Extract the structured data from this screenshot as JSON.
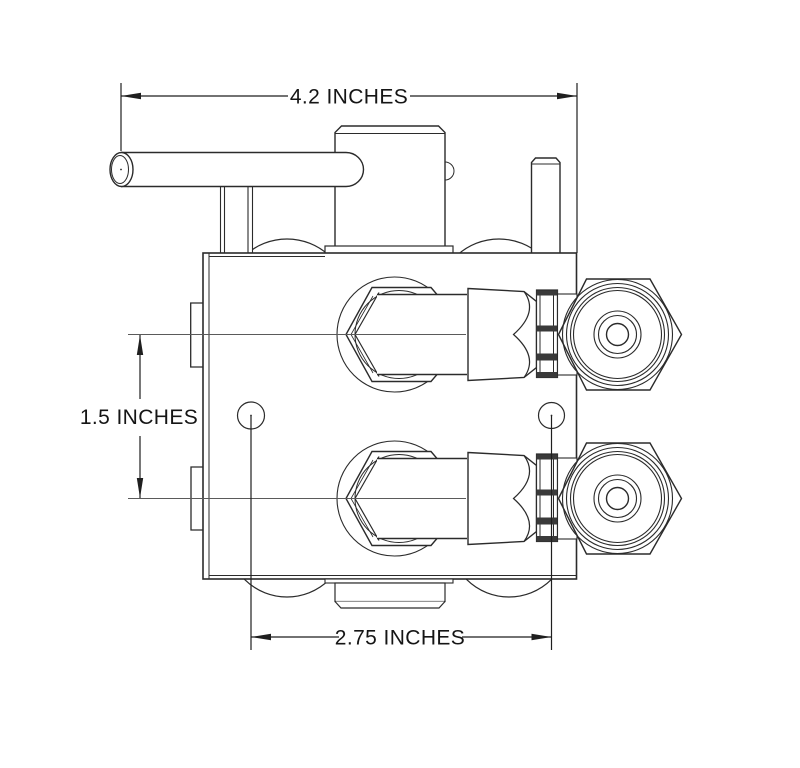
{
  "document": {
    "background_color": "#ffffff",
    "line_color": "#2b2b2b"
  },
  "dimensions": {
    "overall_width": {
      "label": "4.2 INCHES",
      "value": 4.2,
      "unit": "INCHES"
    },
    "port_vertical_spacing": {
      "label": "1.5 INCHES",
      "value": 1.5,
      "unit": "INCHES"
    },
    "hole_horizontal_spacing": {
      "label": "2.75 INCHES",
      "value": 2.75,
      "unit": "INCHES"
    }
  }
}
